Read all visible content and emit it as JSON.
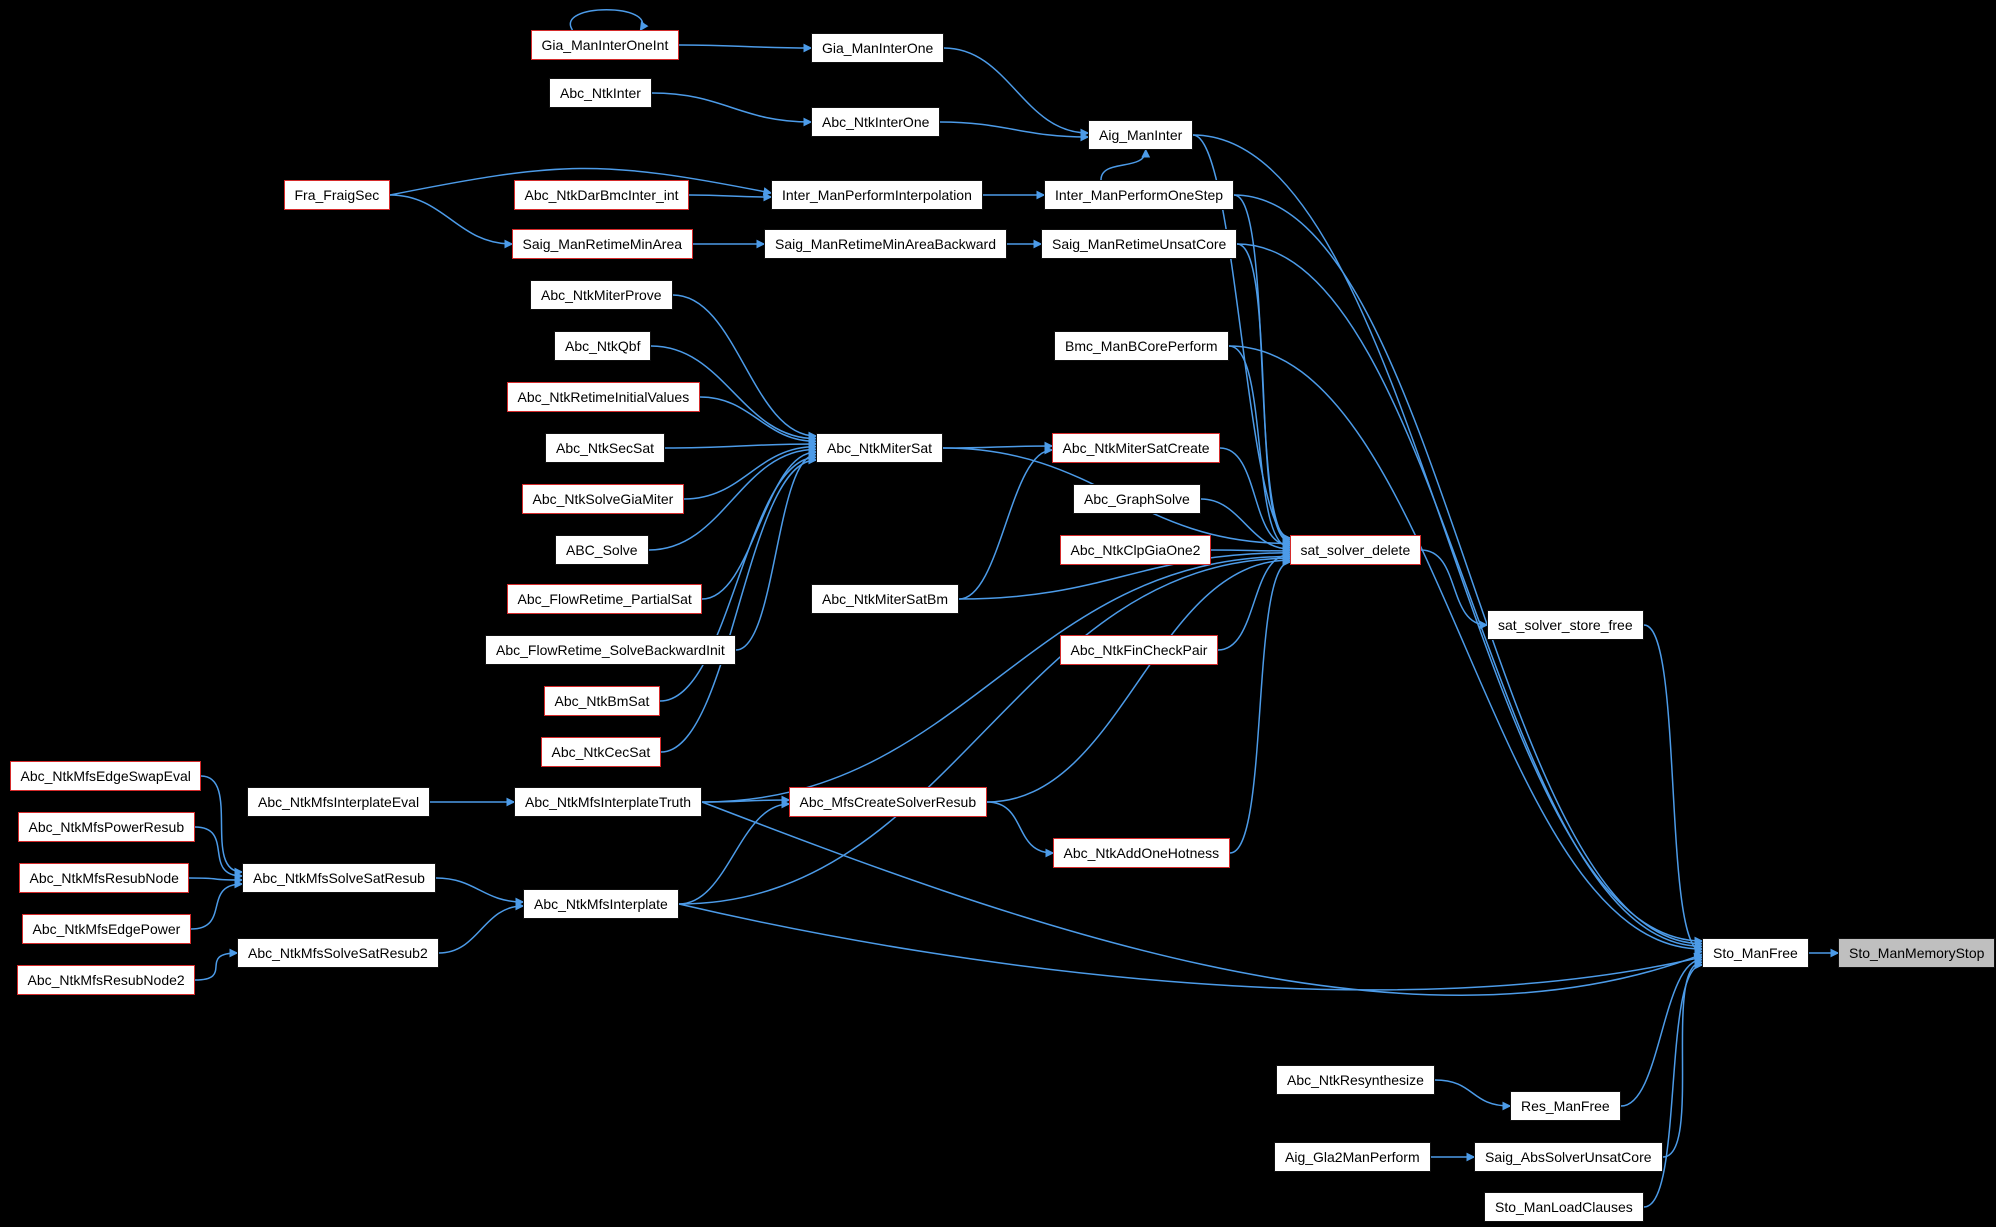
{
  "diagram": {
    "type": "caller-graph",
    "colors": {
      "background": "#000000",
      "edge": "#4c9be8",
      "node_fill": "#ffffff",
      "node_border": "#101010",
      "node_text": "#000000",
      "red_border": "#d52b2b",
      "highlight_fill": "#bfbfbf"
    },
    "nodes": [
      {
        "id": "Gia_ManInterOneInt",
        "label": "Gia_ManInterOneInt",
        "style": "red"
      },
      {
        "id": "Gia_ManInterOne",
        "label": "Gia_ManInterOne",
        "style": "normal"
      },
      {
        "id": "Abc_NtkInter",
        "label": "Abc_NtkInter",
        "style": "normal"
      },
      {
        "id": "Abc_NtkInterOne",
        "label": "Abc_NtkInterOne",
        "style": "normal"
      },
      {
        "id": "Aig_ManInter",
        "label": "Aig_ManInter",
        "style": "normal"
      },
      {
        "id": "Fra_FraigSec",
        "label": "Fra_FraigSec",
        "style": "red"
      },
      {
        "id": "Abc_NtkDarBmcInter_int",
        "label": "Abc_NtkDarBmcInter_int",
        "style": "red"
      },
      {
        "id": "Inter_ManPerformInterpolation",
        "label": "Inter_ManPerformInterpolation",
        "style": "normal"
      },
      {
        "id": "Inter_ManPerformOneStep",
        "label": "Inter_ManPerformOneStep",
        "style": "normal"
      },
      {
        "id": "Saig_ManRetimeMinArea",
        "label": "Saig_ManRetimeMinArea",
        "style": "red"
      },
      {
        "id": "Saig_ManRetimeMinAreaBackward",
        "label": "Saig_ManRetimeMinAreaBackward",
        "style": "normal"
      },
      {
        "id": "Saig_ManRetimeUnsatCore",
        "label": "Saig_ManRetimeUnsatCore",
        "style": "normal"
      },
      {
        "id": "Abc_NtkMiterProve",
        "label": "Abc_NtkMiterProve",
        "style": "normal"
      },
      {
        "id": "Abc_NtkQbf",
        "label": "Abc_NtkQbf",
        "style": "normal"
      },
      {
        "id": "Bmc_ManBCorePerform",
        "label": "Bmc_ManBCorePerform",
        "style": "normal"
      },
      {
        "id": "Abc_NtkRetimeInitialValues",
        "label": "Abc_NtkRetimeInitialValues",
        "style": "red"
      },
      {
        "id": "Abc_NtkSecSat",
        "label": "Abc_NtkSecSat",
        "style": "normal"
      },
      {
        "id": "Abc_NtkMiterSat",
        "label": "Abc_NtkMiterSat",
        "style": "normal"
      },
      {
        "id": "Abc_NtkMiterSatCreate",
        "label": "Abc_NtkMiterSatCreate",
        "style": "red"
      },
      {
        "id": "Abc_NtkSolveGiaMiter",
        "label": "Abc_NtkSolveGiaMiter",
        "style": "red"
      },
      {
        "id": "Abc_GraphSolve",
        "label": "Abc_GraphSolve",
        "style": "normal"
      },
      {
        "id": "ABC_Solve",
        "label": "ABC_Solve",
        "style": "normal"
      },
      {
        "id": "Abc_NtkClpGiaOne2",
        "label": "Abc_NtkClpGiaOne2",
        "style": "red"
      },
      {
        "id": "sat_solver_delete",
        "label": "sat_solver_delete",
        "style": "red"
      },
      {
        "id": "Abc_FlowRetime_PartialSat",
        "label": "Abc_FlowRetime_PartialSat",
        "style": "red"
      },
      {
        "id": "Abc_NtkMiterSatBm",
        "label": "Abc_NtkMiterSatBm",
        "style": "normal"
      },
      {
        "id": "sat_solver_store_free",
        "label": "sat_solver_store_free",
        "style": "normal"
      },
      {
        "id": "Abc_FlowRetime_SolveBackwardInit",
        "label": "Abc_FlowRetime_SolveBackwardInit",
        "style": "normal"
      },
      {
        "id": "Abc_NtkFinCheckPair",
        "label": "Abc_NtkFinCheckPair",
        "style": "red"
      },
      {
        "id": "Abc_NtkBmSat",
        "label": "Abc_NtkBmSat",
        "style": "red"
      },
      {
        "id": "Abc_NtkCecSat",
        "label": "Abc_NtkCecSat",
        "style": "red"
      },
      {
        "id": "Abc_NtkMfsEdgeSwapEval",
        "label": "Abc_NtkMfsEdgeSwapEval",
        "style": "red"
      },
      {
        "id": "Abc_NtkMfsInterplateEval",
        "label": "Abc_NtkMfsInterplateEval",
        "style": "normal"
      },
      {
        "id": "Abc_NtkMfsInterplateTruth",
        "label": "Abc_NtkMfsInterplateTruth",
        "style": "normal"
      },
      {
        "id": "Abc_MfsCreateSolverResub",
        "label": "Abc_MfsCreateSolverResub",
        "style": "red"
      },
      {
        "id": "Abc_NtkMfsPowerResub",
        "label": "Abc_NtkMfsPowerResub",
        "style": "red"
      },
      {
        "id": "Abc_NtkAddOneHotness",
        "label": "Abc_NtkAddOneHotness",
        "style": "red"
      },
      {
        "id": "Abc_NtkMfsResubNode",
        "label": "Abc_NtkMfsResubNode",
        "style": "red"
      },
      {
        "id": "Abc_NtkMfsSolveSatResub",
        "label": "Abc_NtkMfsSolveSatResub",
        "style": "normal"
      },
      {
        "id": "Abc_NtkMfsInterplate",
        "label": "Abc_NtkMfsInterplate",
        "style": "normal"
      },
      {
        "id": "Abc_NtkMfsEdgePower",
        "label": "Abc_NtkMfsEdgePower",
        "style": "red"
      },
      {
        "id": "Abc_NtkMfsSolveSatResub2",
        "label": "Abc_NtkMfsSolveSatResub2",
        "style": "normal"
      },
      {
        "id": "Sto_ManFree",
        "label": "Sto_ManFree",
        "style": "normal"
      },
      {
        "id": "Sto_ManMemoryStop",
        "label": "Sto_ManMemoryStop",
        "style": "highlight"
      },
      {
        "id": "Abc_NtkMfsResubNode2",
        "label": "Abc_NtkMfsResubNode2",
        "style": "red"
      },
      {
        "id": "Abc_NtkResynthesize",
        "label": "Abc_NtkResynthesize",
        "style": "normal"
      },
      {
        "id": "Res_ManFree",
        "label": "Res_ManFree",
        "style": "normal"
      },
      {
        "id": "Aig_Gla2ManPerform",
        "label": "Aig_Gla2ManPerform",
        "style": "normal"
      },
      {
        "id": "Saig_AbsSolverUnsatCore",
        "label": "Saig_AbsSolverUnsatCore",
        "style": "normal"
      },
      {
        "id": "Sto_ManLoadClauses",
        "label": "Sto_ManLoadClauses",
        "style": "normal"
      }
    ],
    "edges": [
      [
        "Gia_ManInterOneInt",
        "Gia_ManInterOneInt"
      ],
      [
        "Gia_ManInterOneInt",
        "Gia_ManInterOne"
      ],
      [
        "Gia_ManInterOne",
        "Aig_ManInter"
      ],
      [
        "Abc_NtkInter",
        "Abc_NtkInterOne"
      ],
      [
        "Abc_NtkInterOne",
        "Aig_ManInter"
      ],
      [
        "Inter_ManPerformOneStep",
        "Aig_ManInter"
      ],
      [
        "Fra_FraigSec",
        "Inter_ManPerformInterpolation"
      ],
      [
        "Fra_FraigSec",
        "Saig_ManRetimeMinArea"
      ],
      [
        "Abc_NtkDarBmcInter_int",
        "Inter_ManPerformInterpolation"
      ],
      [
        "Inter_ManPerformInterpolation",
        "Inter_ManPerformOneStep"
      ],
      [
        "Saig_ManRetimeMinArea",
        "Saig_ManRetimeMinAreaBackward"
      ],
      [
        "Saig_ManRetimeMinAreaBackward",
        "Saig_ManRetimeUnsatCore"
      ],
      [
        "Aig_ManInter",
        "sat_solver_delete"
      ],
      [
        "Aig_ManInter",
        "Sto_ManFree"
      ],
      [
        "Inter_ManPerformOneStep",
        "sat_solver_delete"
      ],
      [
        "Inter_ManPerformOneStep",
        "Sto_ManFree"
      ],
      [
        "Saig_ManRetimeUnsatCore",
        "sat_solver_delete"
      ],
      [
        "Saig_ManRetimeUnsatCore",
        "Sto_ManFree"
      ],
      [
        "Abc_NtkMiterProve",
        "Abc_NtkMiterSat"
      ],
      [
        "Abc_NtkQbf",
        "Abc_NtkMiterSat"
      ],
      [
        "Abc_NtkRetimeInitialValues",
        "Abc_NtkMiterSat"
      ],
      [
        "Abc_NtkSecSat",
        "Abc_NtkMiterSat"
      ],
      [
        "Abc_NtkSolveGiaMiter",
        "Abc_NtkMiterSat"
      ],
      [
        "ABC_Solve",
        "Abc_NtkMiterSat"
      ],
      [
        "Abc_FlowRetime_PartialSat",
        "Abc_NtkMiterSat"
      ],
      [
        "Abc_FlowRetime_SolveBackwardInit",
        "Abc_NtkMiterSat"
      ],
      [
        "Abc_NtkBmSat",
        "Abc_NtkMiterSat"
      ],
      [
        "Abc_NtkCecSat",
        "Abc_NtkMiterSat"
      ],
      [
        "Abc_NtkMiterSat",
        "Abc_NtkMiterSatCreate"
      ],
      [
        "Abc_NtkMiterSat",
        "sat_solver_delete"
      ],
      [
        "Abc_NtkMiterSatCreate",
        "sat_solver_delete"
      ],
      [
        "Bmc_ManBCorePerform",
        "sat_solver_delete"
      ],
      [
        "Bmc_ManBCorePerform",
        "Sto_ManFree"
      ],
      [
        "Abc_GraphSolve",
        "sat_solver_delete"
      ],
      [
        "Abc_NtkClpGiaOne2",
        "sat_solver_delete"
      ],
      [
        "Abc_NtkMiterSatBm",
        "Abc_NtkMiterSatCreate"
      ],
      [
        "Abc_NtkMiterSatBm",
        "sat_solver_delete"
      ],
      [
        "Abc_NtkFinCheckPair",
        "sat_solver_delete"
      ],
      [
        "sat_solver_delete",
        "sat_solver_store_free"
      ],
      [
        "sat_solver_store_free",
        "Sto_ManFree"
      ],
      [
        "Abc_NtkMfsEdgeSwapEval",
        "Abc_NtkMfsSolveSatResub"
      ],
      [
        "Abc_NtkMfsPowerResub",
        "Abc_NtkMfsSolveSatResub"
      ],
      [
        "Abc_NtkMfsResubNode",
        "Abc_NtkMfsSolveSatResub"
      ],
      [
        "Abc_NtkMfsEdgePower",
        "Abc_NtkMfsSolveSatResub"
      ],
      [
        "Abc_NtkMfsResubNode2",
        "Abc_NtkMfsSolveSatResub2"
      ],
      [
        "Abc_NtkMfsInterplateEval",
        "Abc_NtkMfsInterplateTruth"
      ],
      [
        "Abc_NtkMfsInterplateTruth",
        "Abc_MfsCreateSolverResub"
      ],
      [
        "Abc_NtkMfsInterplateTruth",
        "sat_solver_delete"
      ],
      [
        "Abc_NtkMfsInterplateTruth",
        "Sto_ManFree"
      ],
      [
        "Abc_NtkMfsSolveSatResub",
        "Abc_NtkMfsInterplate"
      ],
      [
        "Abc_NtkMfsSolveSatResub2",
        "Abc_NtkMfsInterplate"
      ],
      [
        "Abc_NtkMfsInterplate",
        "Abc_MfsCreateSolverResub"
      ],
      [
        "Abc_NtkMfsInterplate",
        "sat_solver_delete"
      ],
      [
        "Abc_NtkMfsInterplate",
        "Sto_ManFree"
      ],
      [
        "Abc_MfsCreateSolverResub",
        "Abc_NtkAddOneHotness"
      ],
      [
        "Abc_MfsCreateSolverResub",
        "sat_solver_delete"
      ],
      [
        "Abc_NtkAddOneHotness",
        "sat_solver_delete"
      ],
      [
        "Abc_NtkResynthesize",
        "Res_ManFree"
      ],
      [
        "Res_ManFree",
        "Sto_ManFree"
      ],
      [
        "Aig_Gla2ManPerform",
        "Saig_AbsSolverUnsatCore"
      ],
      [
        "Saig_AbsSolverUnsatCore",
        "Sto_ManFree"
      ],
      [
        "Sto_ManLoadClauses",
        "Sto_ManFree"
      ],
      [
        "Sto_ManFree",
        "Sto_ManMemoryStop"
      ]
    ]
  }
}
